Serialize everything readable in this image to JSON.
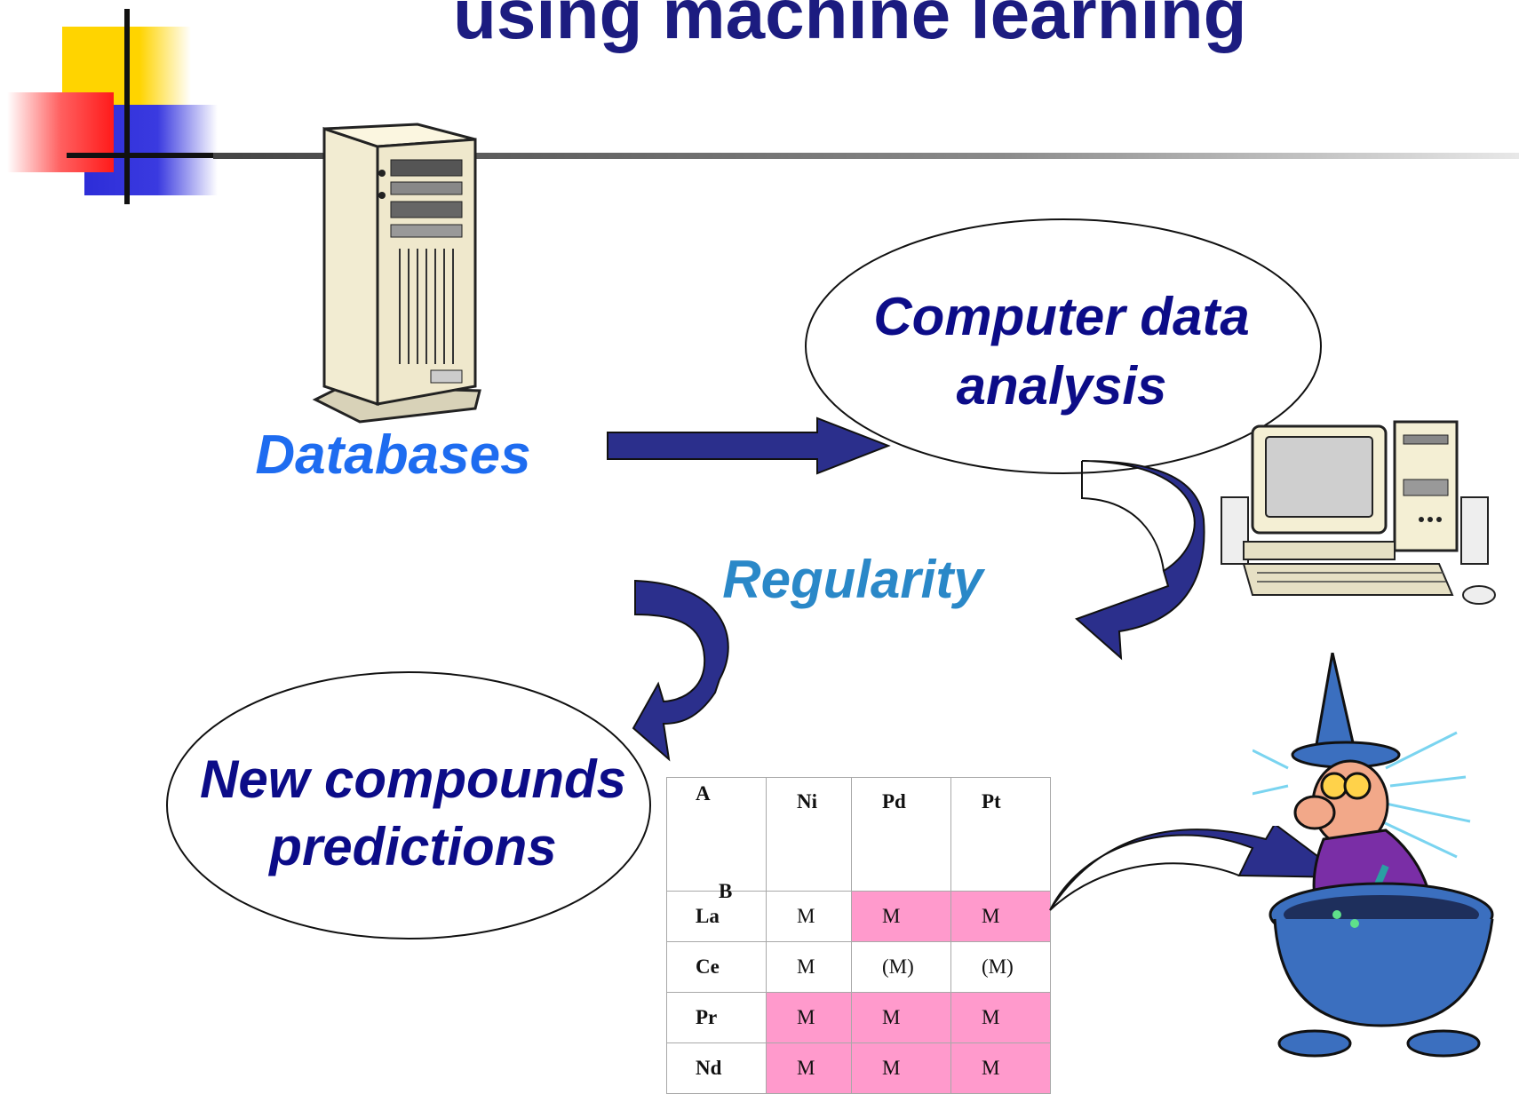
{
  "slide": {
    "title": "using machine learning"
  },
  "labels": {
    "databases": "Databases",
    "regularity": "Regularity",
    "analysis_line1": "Computer data",
    "analysis_line2": "analysis",
    "predictions_line1": "New compounds",
    "predictions_line2": "predictions"
  },
  "table": {
    "corner_a": "A",
    "corner_b": "B",
    "columns": [
      "Ni",
      "Pd",
      "Pt"
    ],
    "rows": [
      {
        "label": "La",
        "cells": [
          "M",
          "M",
          "M"
        ],
        "highlight": [
          false,
          true,
          true
        ]
      },
      {
        "label": "Ce",
        "cells": [
          "M",
          "(M)",
          "(M)"
        ],
        "highlight": [
          false,
          false,
          false
        ]
      },
      {
        "label": "Pr",
        "cells": [
          "M",
          "M",
          "M"
        ],
        "highlight": [
          true,
          true,
          true
        ]
      },
      {
        "label": "Nd",
        "cells": [
          "M",
          "M",
          "M"
        ],
        "highlight": [
          true,
          true,
          true
        ]
      }
    ],
    "highlight_color": "#ff9acc"
  },
  "colors": {
    "arrow": "#2b2f8c",
    "title": "#1c1c80",
    "databases": "#1e6cf0",
    "regularity": "#2a88c8",
    "ellipse_text": "#0c0c88"
  },
  "icons": [
    "server-tower-icon",
    "desktop-computer-icon",
    "wizard-with-cauldron-icon"
  ]
}
